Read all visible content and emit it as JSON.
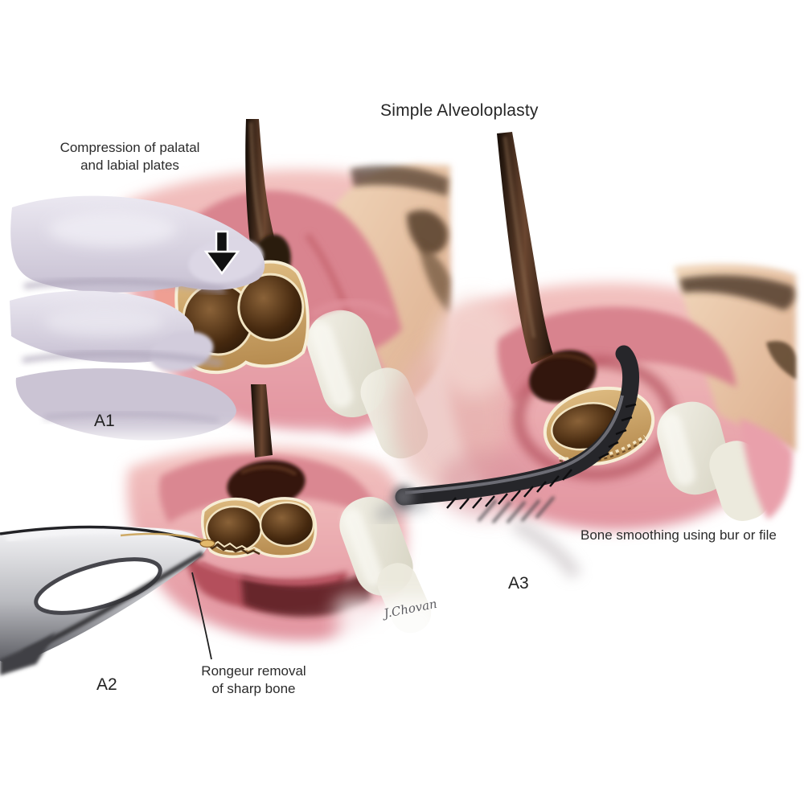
{
  "title": "Simple Alveoloplasty",
  "panels": [
    {
      "id": "A1",
      "label": "A1",
      "caption": "Compression of palatal\nand labial plates"
    },
    {
      "id": "A2",
      "label": "A2",
      "caption": "Rongeur removal\nof sharp bone"
    },
    {
      "id": "A3",
      "label": "A3",
      "caption": "Bone smoothing using bur or file"
    }
  ],
  "signature": "J.Chovan",
  "palette": {
    "background": "#ffffff",
    "text": "#262626",
    "mucosa_pink": "#e294a0",
    "mucosa_deep_red": "#b44f5b",
    "bone_tan": "#c9a26a",
    "bone_cream_outline": "#f7eed6",
    "socket_dark_brown": "#2e1a0d",
    "glove_lavender": "#d2ccdb",
    "tooth_white": "#edebdf",
    "instrument_dark_brown": "#3a241a",
    "rongeur_metal_gray": "#b9bac0",
    "bone_file_dark": "#26262a",
    "skin_tone": "#e9c6a9",
    "signature_gray": "#5d5d62"
  }
}
